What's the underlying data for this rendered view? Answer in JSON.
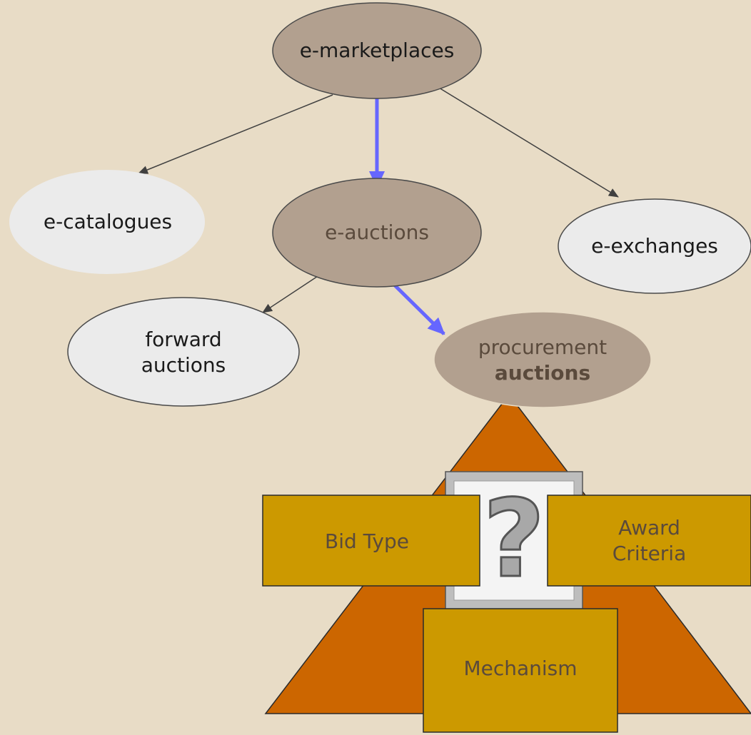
{
  "nodes": {
    "marketplaces": "e-marketplaces",
    "catalogues": "e-catalogues",
    "auctions": "e-auctions",
    "exchanges": "e-exchanges",
    "forward_line1": "forward",
    "forward_line2": "auctions",
    "procurement_line1": "procurement",
    "procurement_line2": "auctions"
  },
  "blocks": {
    "bid_type": "Bid Type",
    "award_line1": "Award",
    "award_line2": "Criteria",
    "mechanism": "Mechanism",
    "question_mark": "?"
  },
  "colors": {
    "background": "#e8dcc6",
    "brown_node": "#b2a08f",
    "light_node": "#ebebeb",
    "pyramid": "#cc6600",
    "block": "#cc9900",
    "highlight_arrow": "#6666ff",
    "arrow": "#404040"
  }
}
